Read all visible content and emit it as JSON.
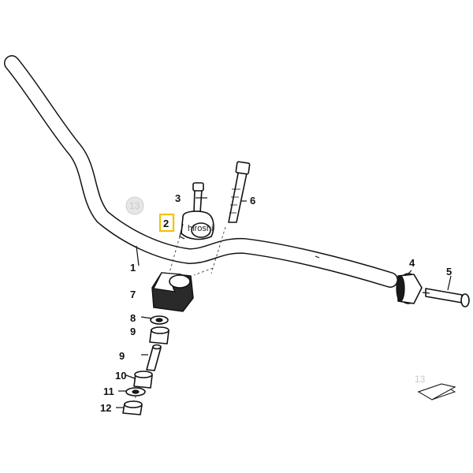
{
  "diagram": {
    "callouts": [
      {
        "id": "1",
        "text": "1"
      },
      {
        "id": "2",
        "text": "2"
      },
      {
        "id": "3",
        "text": "3"
      },
      {
        "id": "4",
        "text": "4"
      },
      {
        "id": "5",
        "text": "5"
      },
      {
        "id": "6",
        "text": "6"
      },
      {
        "id": "7",
        "text": "7"
      },
      {
        "id": "8",
        "text": "8"
      },
      {
        "id": "9a",
        "text": "9"
      },
      {
        "id": "9b",
        "text": "9"
      },
      {
        "id": "10",
        "text": "10"
      },
      {
        "id": "11",
        "text": "11"
      },
      {
        "id": "12",
        "text": "12"
      }
    ],
    "highlight_callout": "2",
    "highlight_color": "#f2c200",
    "watermark_text": "hiroshi",
    "reference_badge": "13",
    "reference_badge_corner": "13"
  }
}
